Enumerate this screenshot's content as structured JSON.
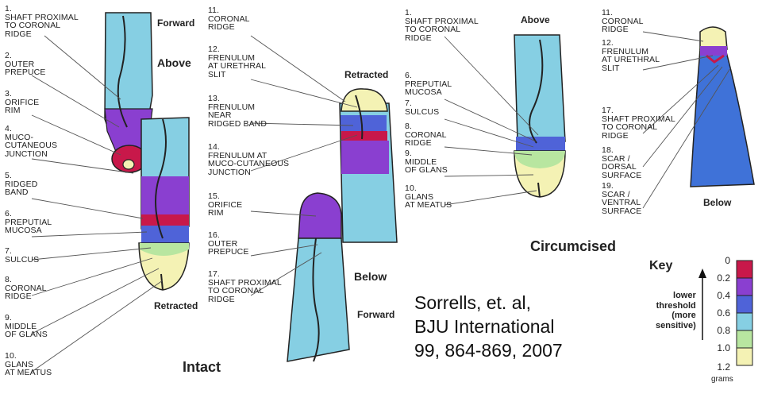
{
  "intact": {
    "title": "Intact",
    "view_forward": "Forward",
    "view_above": "Above",
    "view_retracted": "Retracted",
    "view_below": "Below",
    "view_forward_below": "Forward",
    "view_retracted_right": "Retracted",
    "labels_left": [
      "1.\nSHAFT PROXIMAL\nTO CORONAL\nRIDGE",
      "2.\nOUTER\nPREPUCE",
      "3.\nORIFICE\nRIM",
      "4.\nMUCO-\nCUTANEOUS\nJUNCTION",
      "5.\nRIDGED\nBAND",
      "6.\nPREPUTIAL\nMUCOSA",
      "7.\nSULCUS",
      "8.\nCORONAL\nRIDGE",
      "9.\nMIDDLE\nOF GLANS",
      "10.\nGLANS\nAT MEATUS"
    ],
    "labels_mid": [
      "11.\nCORONAL\nRIDGE",
      "12.\nFRENULUM\nAT URETHRAL\nSLIT",
      "13.\nFRENULUM\nNEAR\nRIDGED BAND",
      "14.\nFRENULUM AT\nMUCO-CUTANEOUS\nJUNCTION",
      "15.\nORIFICE\nRIM",
      "16.\nOUTER\nPREPUCE",
      "17.\nSHAFT PROXIMAL\nTO CORONAL\nRIDGE"
    ]
  },
  "circumcised": {
    "title": "Circumcised",
    "view_above": "Above",
    "view_below": "Below",
    "labels_left": [
      "1.\nSHAFT PROXIMAL\nTO CORONAL\nRIDGE",
      "6.\nPREPUTIAL\nMUCOSA",
      "7.\nSULCUS",
      "8.\nCORONAL\nRIDGE",
      "9.\nMIDDLE\nOF GLANS",
      "10.\nGLANS\nAT MEATUS"
    ],
    "labels_right": [
      "11.\nCORONAL\nRIDGE",
      "12.\nFRENULUM\nAT URETHRAL\nSLIT",
      "17.\nSHAFT PROXIMAL\nTO CORONAL\nRIDGE",
      "18.\nSCAR /\nDORSAL\nSURFACE",
      "19.\nSCAR /\nVENTRAL\nSURFACE"
    ]
  },
  "citation": [
    "Sorrells, et. al,",
    "BJU International",
    "99, 864-869, 2007"
  ],
  "key": {
    "title": "Key",
    "description": "lower\nthreshold\n(more\nsensitive)",
    "ticks": [
      "0",
      "0.2",
      "0.4",
      "0.6",
      "0.8",
      "1.0",
      "1.2"
    ],
    "unit": "grams",
    "colors": [
      "#c8184a",
      "#8a3fd0",
      "#4f63d8",
      "#86cfe3",
      "#b8e6a0",
      "#f4f2b4"
    ]
  }
}
